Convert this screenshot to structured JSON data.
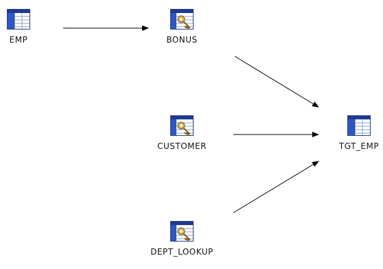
{
  "diagram": {
    "nodes": [
      {
        "id": "emp",
        "label": "EMP",
        "kind": "source-table"
      },
      {
        "id": "bonus",
        "label": "BONUS",
        "kind": "lookup-table"
      },
      {
        "id": "customer",
        "label": "CUSTOMER",
        "kind": "lookup-table"
      },
      {
        "id": "tgt_emp",
        "label": "TGT_EMP",
        "kind": "target-table"
      },
      {
        "id": "dept_lookup",
        "label": "DEPT_LOOKUP",
        "kind": "lookup-table"
      }
    ],
    "edges": [
      {
        "from": "emp",
        "to": "bonus"
      },
      {
        "from": "bonus",
        "to": "tgt_emp"
      },
      {
        "from": "customer",
        "to": "tgt_emp"
      },
      {
        "from": "dept_lookup",
        "to": "tgt_emp"
      }
    ]
  },
  "colors": {
    "icon_header": "#1f3a93",
    "icon_body": "#ffffff",
    "icon_lines": "#8aa0c8",
    "icon_key": "#c8a248",
    "edge": "#000000",
    "label": "#111111"
  }
}
